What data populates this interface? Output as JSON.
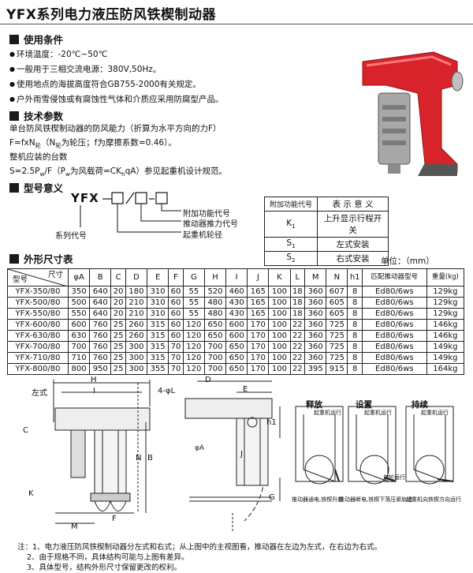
{
  "title": "YFX系列电力液压防风铁楔制动器",
  "sections": {
    "conditions": {
      "heading": "使用条件",
      "lines": [
        "环境温度：-20℃~50℃",
        "一般用于三相交流电源：380V,50Hz。",
        "使用地点的海拔高度符合GB755-2000有关规定。",
        "户外雨雪侵蚀或有腐蚀性气体和介质应采用防腐型产品。"
      ]
    },
    "params": {
      "heading": "技术参数",
      "line1": "单台防风铁楔制动器的防风能力（折算为水平方向的力F）",
      "line2_pre": "F=fxN",
      "line2_sub": "轮",
      "line2_post": "（N",
      "line2_sub2": "轮",
      "line2_end": "为轮压；f为摩擦系数=0.46）。",
      "line3": "整机应装的台数",
      "line4_pre": "S=2.5P",
      "line4_sub": "w",
      "line4_mid": "/F（P",
      "line4_sub2": "w",
      "line4_mid2": "为风载荷=CK",
      "line4_sub3": "h",
      "line4_end": "qA）参见起重机设计规范。"
    },
    "model": {
      "heading": "型号意义",
      "code": "YFX",
      "labels": [
        "附加功能代号",
        "推动器推力代号",
        "起重机轮径",
        "系列代号"
      ],
      "meaning_table": {
        "headers": [
          "附加功能代号",
          "表 示 意 义"
        ],
        "rows": [
          {
            "code": "K",
            "sub": "1",
            "meaning": "上升显示行程开关"
          },
          {
            "code": "S",
            "sub": "1",
            "meaning": "左式安装"
          },
          {
            "code": "S",
            "sub": "2",
            "meaning": "右式安装"
          }
        ]
      }
    },
    "dims": {
      "heading": "外形尺寸表",
      "unit": "单位：（mm）",
      "corner_top": "尺寸",
      "corner_bottom": "型号",
      "columns": [
        "φA",
        "B",
        "C",
        "D",
        "E",
        "F",
        "G",
        "H",
        "I",
        "J",
        "K",
        "L",
        "M",
        "N",
        "h1"
      ],
      "col_pusher": "匹配推动器型号",
      "col_weight": "重量(kg)",
      "rows": [
        {
          "model": "YFX-350/80",
          "v": [
            "350",
            "640",
            "20",
            "180",
            "310",
            "60",
            "55",
            "520",
            "460",
            "165",
            "100",
            "18",
            "360",
            "607",
            "8"
          ],
          "pusher": "Ed80/6ws",
          "weight": "129kg"
        },
        {
          "model": "YFX-500/80",
          "v": [
            "500",
            "640",
            "20",
            "210",
            "310",
            "60",
            "55",
            "480",
            "430",
            "165",
            "100",
            "18",
            "360",
            "605",
            "8"
          ],
          "pusher": "Ed80/6ws",
          "weight": "129kg"
        },
        {
          "model": "YFX-550/80",
          "v": [
            "550",
            "640",
            "20",
            "210",
            "310",
            "60",
            "55",
            "480",
            "430",
            "165",
            "100",
            "18",
            "360",
            "605",
            "8"
          ],
          "pusher": "Ed80/6ws",
          "weight": "129kg"
        },
        {
          "model": "YFX-600/80",
          "v": [
            "600",
            "760",
            "25",
            "260",
            "315",
            "60",
            "120",
            "650",
            "600",
            "170",
            "100",
            "22",
            "360",
            "725",
            "8"
          ],
          "pusher": "Ed80/6ws",
          "weight": "146kg"
        },
        {
          "model": "YFX-630/80",
          "v": [
            "630",
            "760",
            "25",
            "260",
            "315",
            "60",
            "120",
            "650",
            "600",
            "170",
            "100",
            "22",
            "360",
            "725",
            "8"
          ],
          "pusher": "Ed80/6ws",
          "weight": "146kg"
        },
        {
          "model": "YFX-700/80",
          "v": [
            "700",
            "760",
            "25",
            "300",
            "315",
            "70",
            "120",
            "700",
            "650",
            "170",
            "100",
            "22",
            "360",
            "725",
            "8"
          ],
          "pusher": "Ed80/6ws",
          "weight": "149kg"
        },
        {
          "model": "YFX-710/80",
          "v": [
            "710",
            "760",
            "25",
            "300",
            "315",
            "70",
            "120",
            "700",
            "650",
            "170",
            "100",
            "22",
            "360",
            "725",
            "8"
          ],
          "pusher": "Ed80/6ws",
          "weight": "149kg"
        },
        {
          "model": "YFX-800/80",
          "v": [
            "800",
            "950",
            "25",
            "300",
            "355",
            "70",
            "120",
            "700",
            "650",
            "170",
            "100",
            "22",
            "395",
            "915",
            "8"
          ],
          "pusher": "Ed80/6ws",
          "weight": "164kg"
        }
      ]
    },
    "drawing": {
      "label_left": "左式",
      "dim_labels": [
        "H",
        "I",
        "4-φL",
        "D",
        "E",
        "h1",
        "C",
        "N",
        "B",
        "K",
        "M",
        "F",
        "φA",
        "J",
        "G"
      ],
      "states": [
        {
          "title": "释放",
          "tag": "起重机运行",
          "caption": "推动器通电,铁楔升起"
        },
        {
          "title": "设置",
          "tag": "起重机运行",
          "caption": "推动器断电,铁楔下落压紧轨道"
        },
        {
          "title": "持续",
          "tag": "起重机运行",
          "caption": "起重机向铁楔方向运行"
        }
      ],
      "side_tag": "车轮运行"
    },
    "notes": [
      "注：1、电力液压防风铁楔制动器分左式和右式；从上图中的主视图看，推动器在左边为左式，在右边为右式。",
      "2、由于规格不同，具体结构可能与上图有差异。",
      "3、具体型号，结构外形尺寸保留更改的权利。"
    ]
  },
  "colors": {
    "product_red": "#d8232a",
    "product_gray": "#9a9a9a",
    "text": "#111111"
  }
}
